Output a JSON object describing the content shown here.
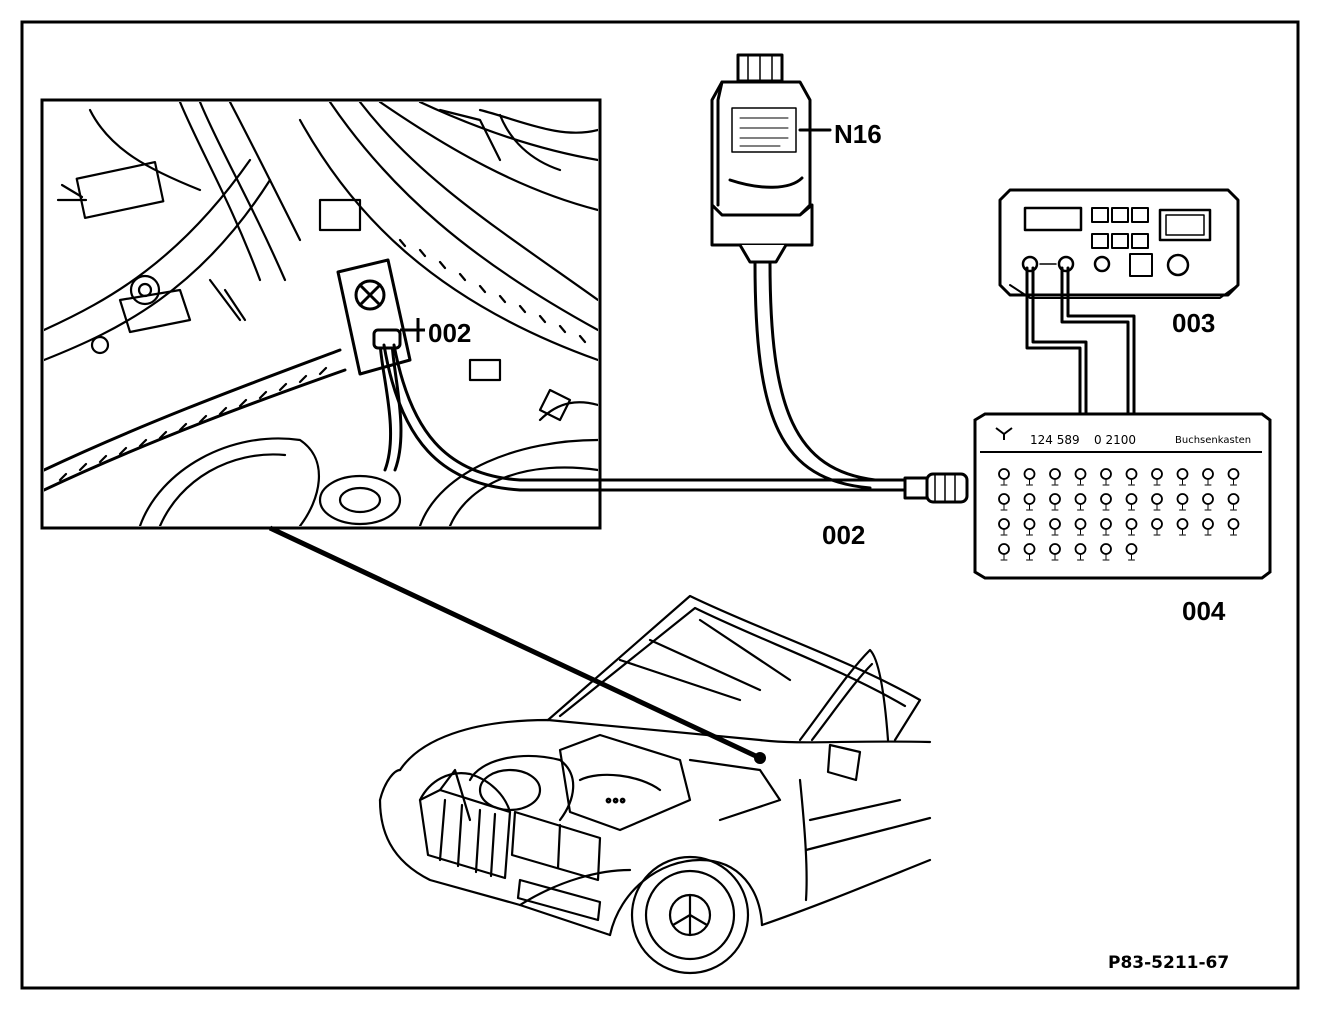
{
  "callouts": {
    "n16": "N16",
    "adapter_detail": "002",
    "adapter_cable": "002",
    "meter": "003",
    "socket_box": "004"
  },
  "socket_box": {
    "part_number": "124 589 ",
    "part_number_2": "0 2100",
    "title": "Buchsenkasten"
  },
  "figure_code": "P83-5211-67",
  "colors": {
    "ink": "#000000",
    "paper": "#ffffff"
  }
}
